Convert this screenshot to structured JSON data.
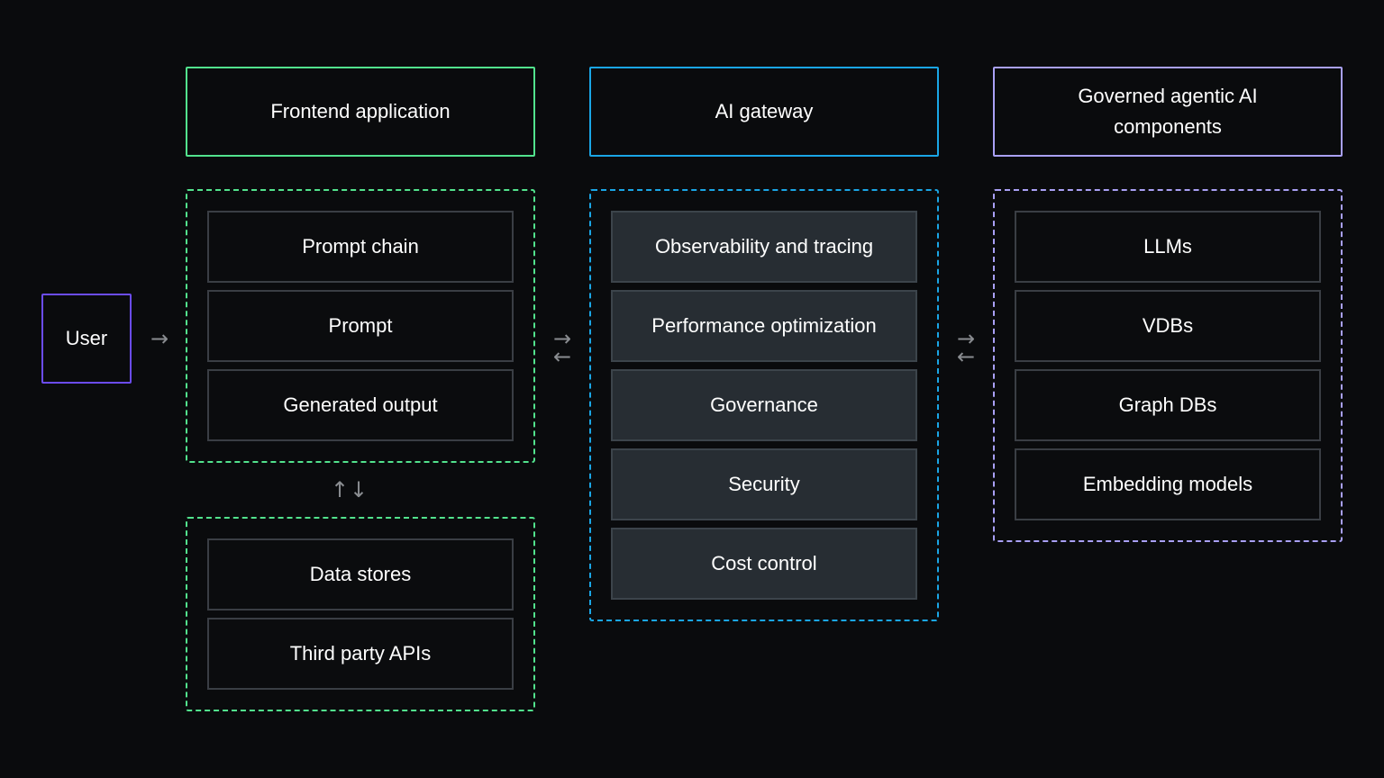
{
  "user": {
    "label": "User"
  },
  "frontend": {
    "title": "Frontend application",
    "color": "#52e38d",
    "items": [
      "Prompt chain",
      "Prompt",
      "Generated output"
    ],
    "data_items": [
      "Data stores",
      "Third party APIs"
    ]
  },
  "gateway": {
    "title": "AI gateway",
    "color": "#1aa6e6",
    "items": [
      "Observability and tracing",
      "Performance optimization",
      "Governance",
      "Security",
      "Cost control"
    ]
  },
  "governed": {
    "title": "Governed agentic AI components",
    "color": "#a9a0f5",
    "items": [
      "LLMs",
      "VDBs",
      "Graph DBs",
      "Embedding models"
    ]
  },
  "arrows": {
    "right": "→",
    "left": "←",
    "up": "↑",
    "down": "↓"
  }
}
